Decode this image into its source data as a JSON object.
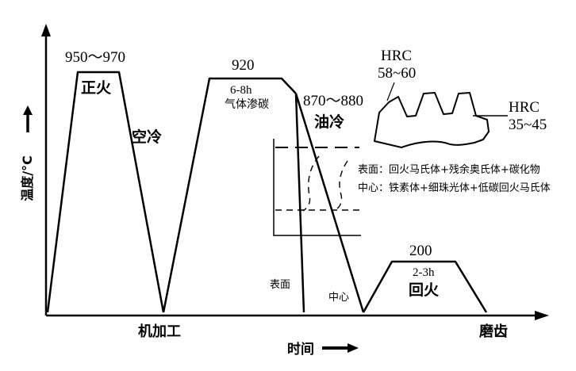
{
  "axes": {
    "y_label": "温度/°C",
    "x_label": "时间"
  },
  "stages": {
    "normalize": {
      "temp": "950～970",
      "name": "正火",
      "cooling": "空冷"
    },
    "machining": "机加工",
    "carburize": {
      "temp": "920",
      "time": "6-8h",
      "name": "气体渗碳"
    },
    "quench": {
      "temp": "870～880",
      "name": "油冷"
    },
    "temper": {
      "temp": "200",
      "time": "2-3h",
      "name": "回火"
    },
    "grinding": "磨齿"
  },
  "curves": {
    "surface": "表面",
    "core": "中心"
  },
  "hardness": {
    "surface": {
      "label": "HRC",
      "value": "58~60"
    },
    "core": {
      "label": "HRC",
      "value": "35~45"
    }
  },
  "structure": {
    "surface": "表面：回火马氏体+残余奥氏体+碳化物",
    "core": "中心：铁素体+细珠光体+低碳回火马氏体"
  }
}
